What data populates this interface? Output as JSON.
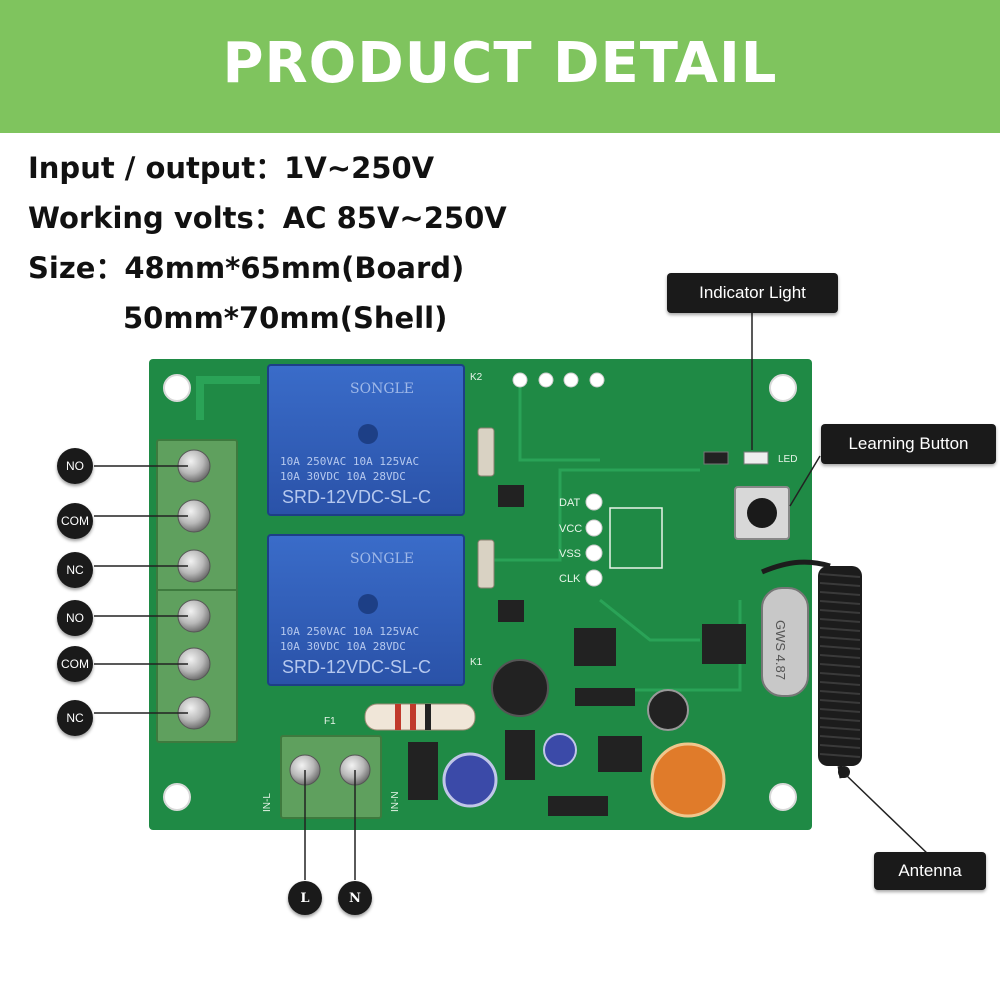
{
  "banner": {
    "title": "PRODUCT DETAIL",
    "color": "#7fc45e"
  },
  "specs": {
    "line1": "Input / output：1V~250V",
    "line2": "Working volts：AC 85V~250V",
    "line3": "Size：48mm*65mm(Board)",
    "line4": "50mm*70mm(Shell)"
  },
  "callouts": {
    "indicator": "Indicator Light",
    "learning": "Learning Button",
    "antenna": "Antenna"
  },
  "terminals": {
    "no1": "NO",
    "com1": "COM",
    "nc1": "NC",
    "no2": "NO",
    "com2": "COM",
    "nc2": "NC",
    "l": "L",
    "n": "N"
  },
  "relay": {
    "brand": "SONGLE",
    "rating1": "10A 250VAC   10A 125VAC",
    "rating2": "10A  30VDC   10A  28VDC",
    "model": "SRD-12VDC-SL-C"
  },
  "board": {
    "dat": "DAT",
    "vcc": "VCC",
    "vss": "VSS",
    "clk": "CLK",
    "led": "LED",
    "k1": "K1",
    "k2": "K2",
    "f1": "F1",
    "in_l": "IN-L",
    "in_n": "IN-N",
    "crystal": "GWS 4.87"
  },
  "colors": {
    "pcb": "#1f8a45",
    "terminal": "#5fa05e",
    "relay": "#2f5db8",
    "callout": "#1a1a1a"
  }
}
